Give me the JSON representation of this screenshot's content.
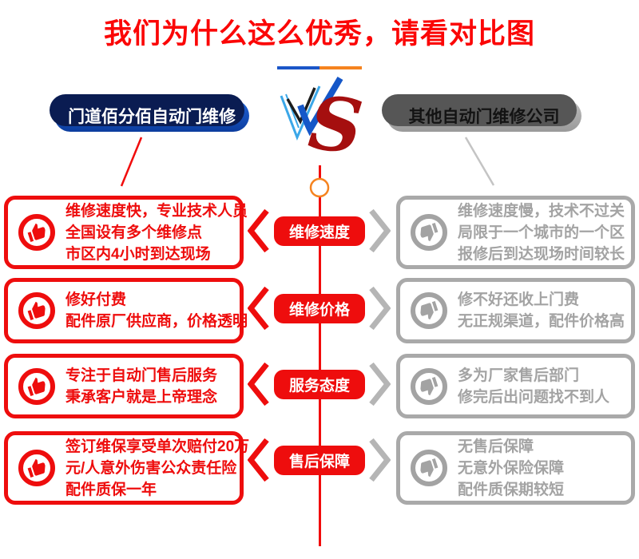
{
  "title": "我们为什么这么优秀，请看对比图",
  "versus": {
    "v_label": "V",
    "s_label": "S"
  },
  "left_banner": {
    "label": "门道佰分佰自动门维修"
  },
  "right_banner": {
    "label": "其他自动门维修公司"
  },
  "rows": [
    {
      "category": "维修速度",
      "left_lines": [
        "维修速度快，专业技术人员",
        "全国设有多个维修点",
        "市区内4小时到达现场"
      ],
      "right_lines": [
        "维修速度慢，技术不过关",
        "局限于一个城市的一个区",
        "报修后到达现场时间较长"
      ]
    },
    {
      "category": "维修价格",
      "left_lines": [
        "修好付费",
        "配件原厂供应商，价格透明"
      ],
      "right_lines": [
        "修不好还收上门费",
        "无正规渠道，配件价格高"
      ]
    },
    {
      "category": "服务态度",
      "left_lines": [
        "专注于自动门售后服务",
        "秉承客户就是上帝理念"
      ],
      "right_lines": [
        "多为厂家售后部门",
        "修完后出问题找不到人"
      ]
    },
    {
      "category": "售后保障",
      "left_lines": [
        "签订维保享受单次赔付20万",
        "元/人意外伤害公众责任险",
        "配件质保一年"
      ],
      "right_lines": [
        "无售后保障",
        "无意外保险保障",
        "配件质保期较短"
      ]
    }
  ],
  "icons": {
    "advantage": "thumbs-up-icon",
    "disadvantage": "thumbs-down-icon",
    "left_pointer": "chevron-left-icon",
    "right_pointer": "chevron-right-icon"
  },
  "colors": {
    "title_red": "#fb0606",
    "accent_red": "#ee0d0d",
    "banner_blue": "#0c3d9e",
    "banner_navy_shadow": "#0a1c52",
    "banner_gray": "#a8a8a8",
    "divider_blue": "#1a56c8",
    "divider_orange": "#f5831f",
    "timeline_circle_orange": "#f5831f",
    "gray_text": "#a3a3a3",
    "vs_s_red": "#a50f0f"
  }
}
